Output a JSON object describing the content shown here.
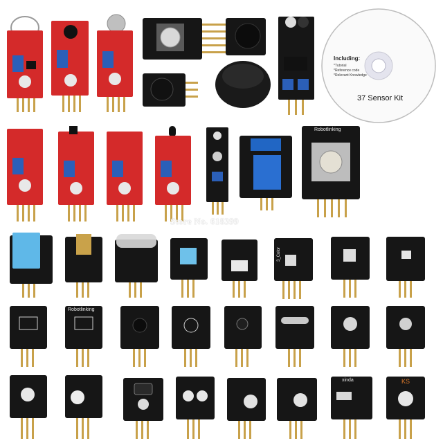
{
  "cd": {
    "including": "Including:",
    "items": [
      "*Tutorial",
      "*Reference code",
      "*Relevant Knowledge"
    ],
    "kit_name": "37 Sensor Kit"
  },
  "watermark": "Store No. 618399",
  "board_labels": {
    "robotlinking_1": "Robotlinking",
    "robotlinking_2": "Robotlinking",
    "xinda": "xinda",
    "ks": "KS",
    "color3": "3_Color"
  },
  "colors": {
    "background": "#ffffff",
    "red_board": "#d42a2a",
    "black_board": "#161616",
    "pin_gold": "#c8a14a",
    "potentiometer_blue": "#2b5fb8",
    "relay_blue": "#2166c4",
    "dht_blue": "#5fb8e8"
  }
}
